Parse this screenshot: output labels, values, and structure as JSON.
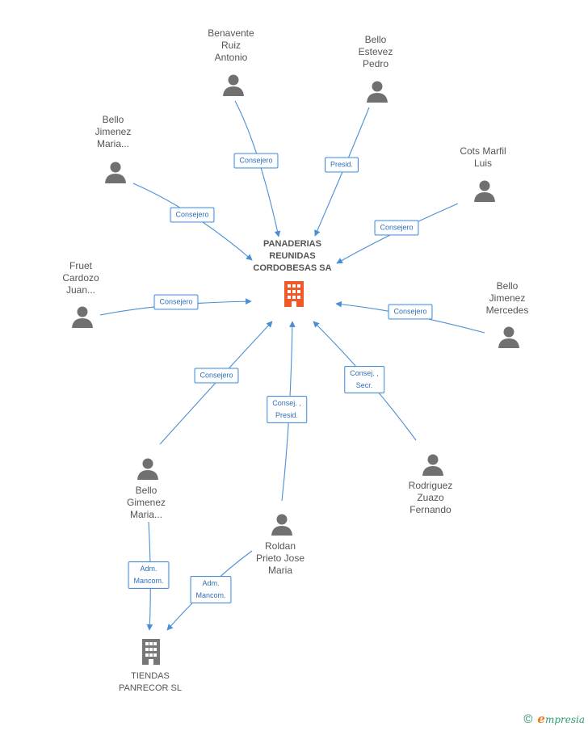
{
  "central_company": {
    "lines": [
      "PANADERIAS",
      "REUNIDAS",
      "CORDOBESAS SA"
    ],
    "color": "#f05a28"
  },
  "secondary_company": {
    "lines": [
      "TIENDAS",
      "PANRECOR SL"
    ],
    "color": "#777777"
  },
  "persons": [
    {
      "lines": [
        "Benavente",
        "Ruiz",
        "Antonio"
      ]
    },
    {
      "lines": [
        "Bello",
        "Estevez",
        "Pedro"
      ]
    },
    {
      "lines": [
        "Bello",
        "Jimenez",
        "Maria..."
      ]
    },
    {
      "lines": [
        "Cots Marfil",
        "Luis"
      ]
    },
    {
      "lines": [
        "Fruet",
        "Cardozo",
        "Juan..."
      ]
    },
    {
      "lines": [
        "Bello",
        "Jimenez",
        "Mercedes"
      ]
    },
    {
      "lines": [
        "Bello",
        "Gimenez",
        "Maria..."
      ]
    },
    {
      "lines": [
        "Rodriguez",
        "Zuazo",
        "Fernando"
      ]
    },
    {
      "lines": [
        "Roldan",
        "Prieto Jose",
        "Maria"
      ]
    }
  ],
  "relations": [
    {
      "person": 0,
      "lines": [
        "Consejero"
      ]
    },
    {
      "person": 1,
      "lines": [
        "Presid."
      ]
    },
    {
      "person": 2,
      "lines": [
        "Consejero"
      ]
    },
    {
      "person": 3,
      "lines": [
        "Consejero"
      ]
    },
    {
      "person": 4,
      "lines": [
        "Consejero"
      ]
    },
    {
      "person": 5,
      "lines": [
        "Consejero"
      ]
    },
    {
      "person": 6,
      "lines": [
        "Consejero"
      ]
    },
    {
      "person": 7,
      "lines": [
        "Consej. ,",
        "Secr."
      ]
    },
    {
      "person": 8,
      "lines": [
        "Consej. ,",
        "Presid."
      ]
    },
    {
      "person": 6,
      "target": "secondary",
      "lines": [
        "Adm.",
        "Mancom."
      ]
    },
    {
      "person": 8,
      "target": "secondary",
      "lines": [
        "Adm.",
        "Mancom."
      ]
    }
  ],
  "colors": {
    "edge": "#4a8fd6",
    "person_icon": "#707070",
    "label_text": "#555555"
  },
  "footer": {
    "copyright": "©",
    "brand_initial": "e",
    "brand_rest": "mpresia"
  }
}
